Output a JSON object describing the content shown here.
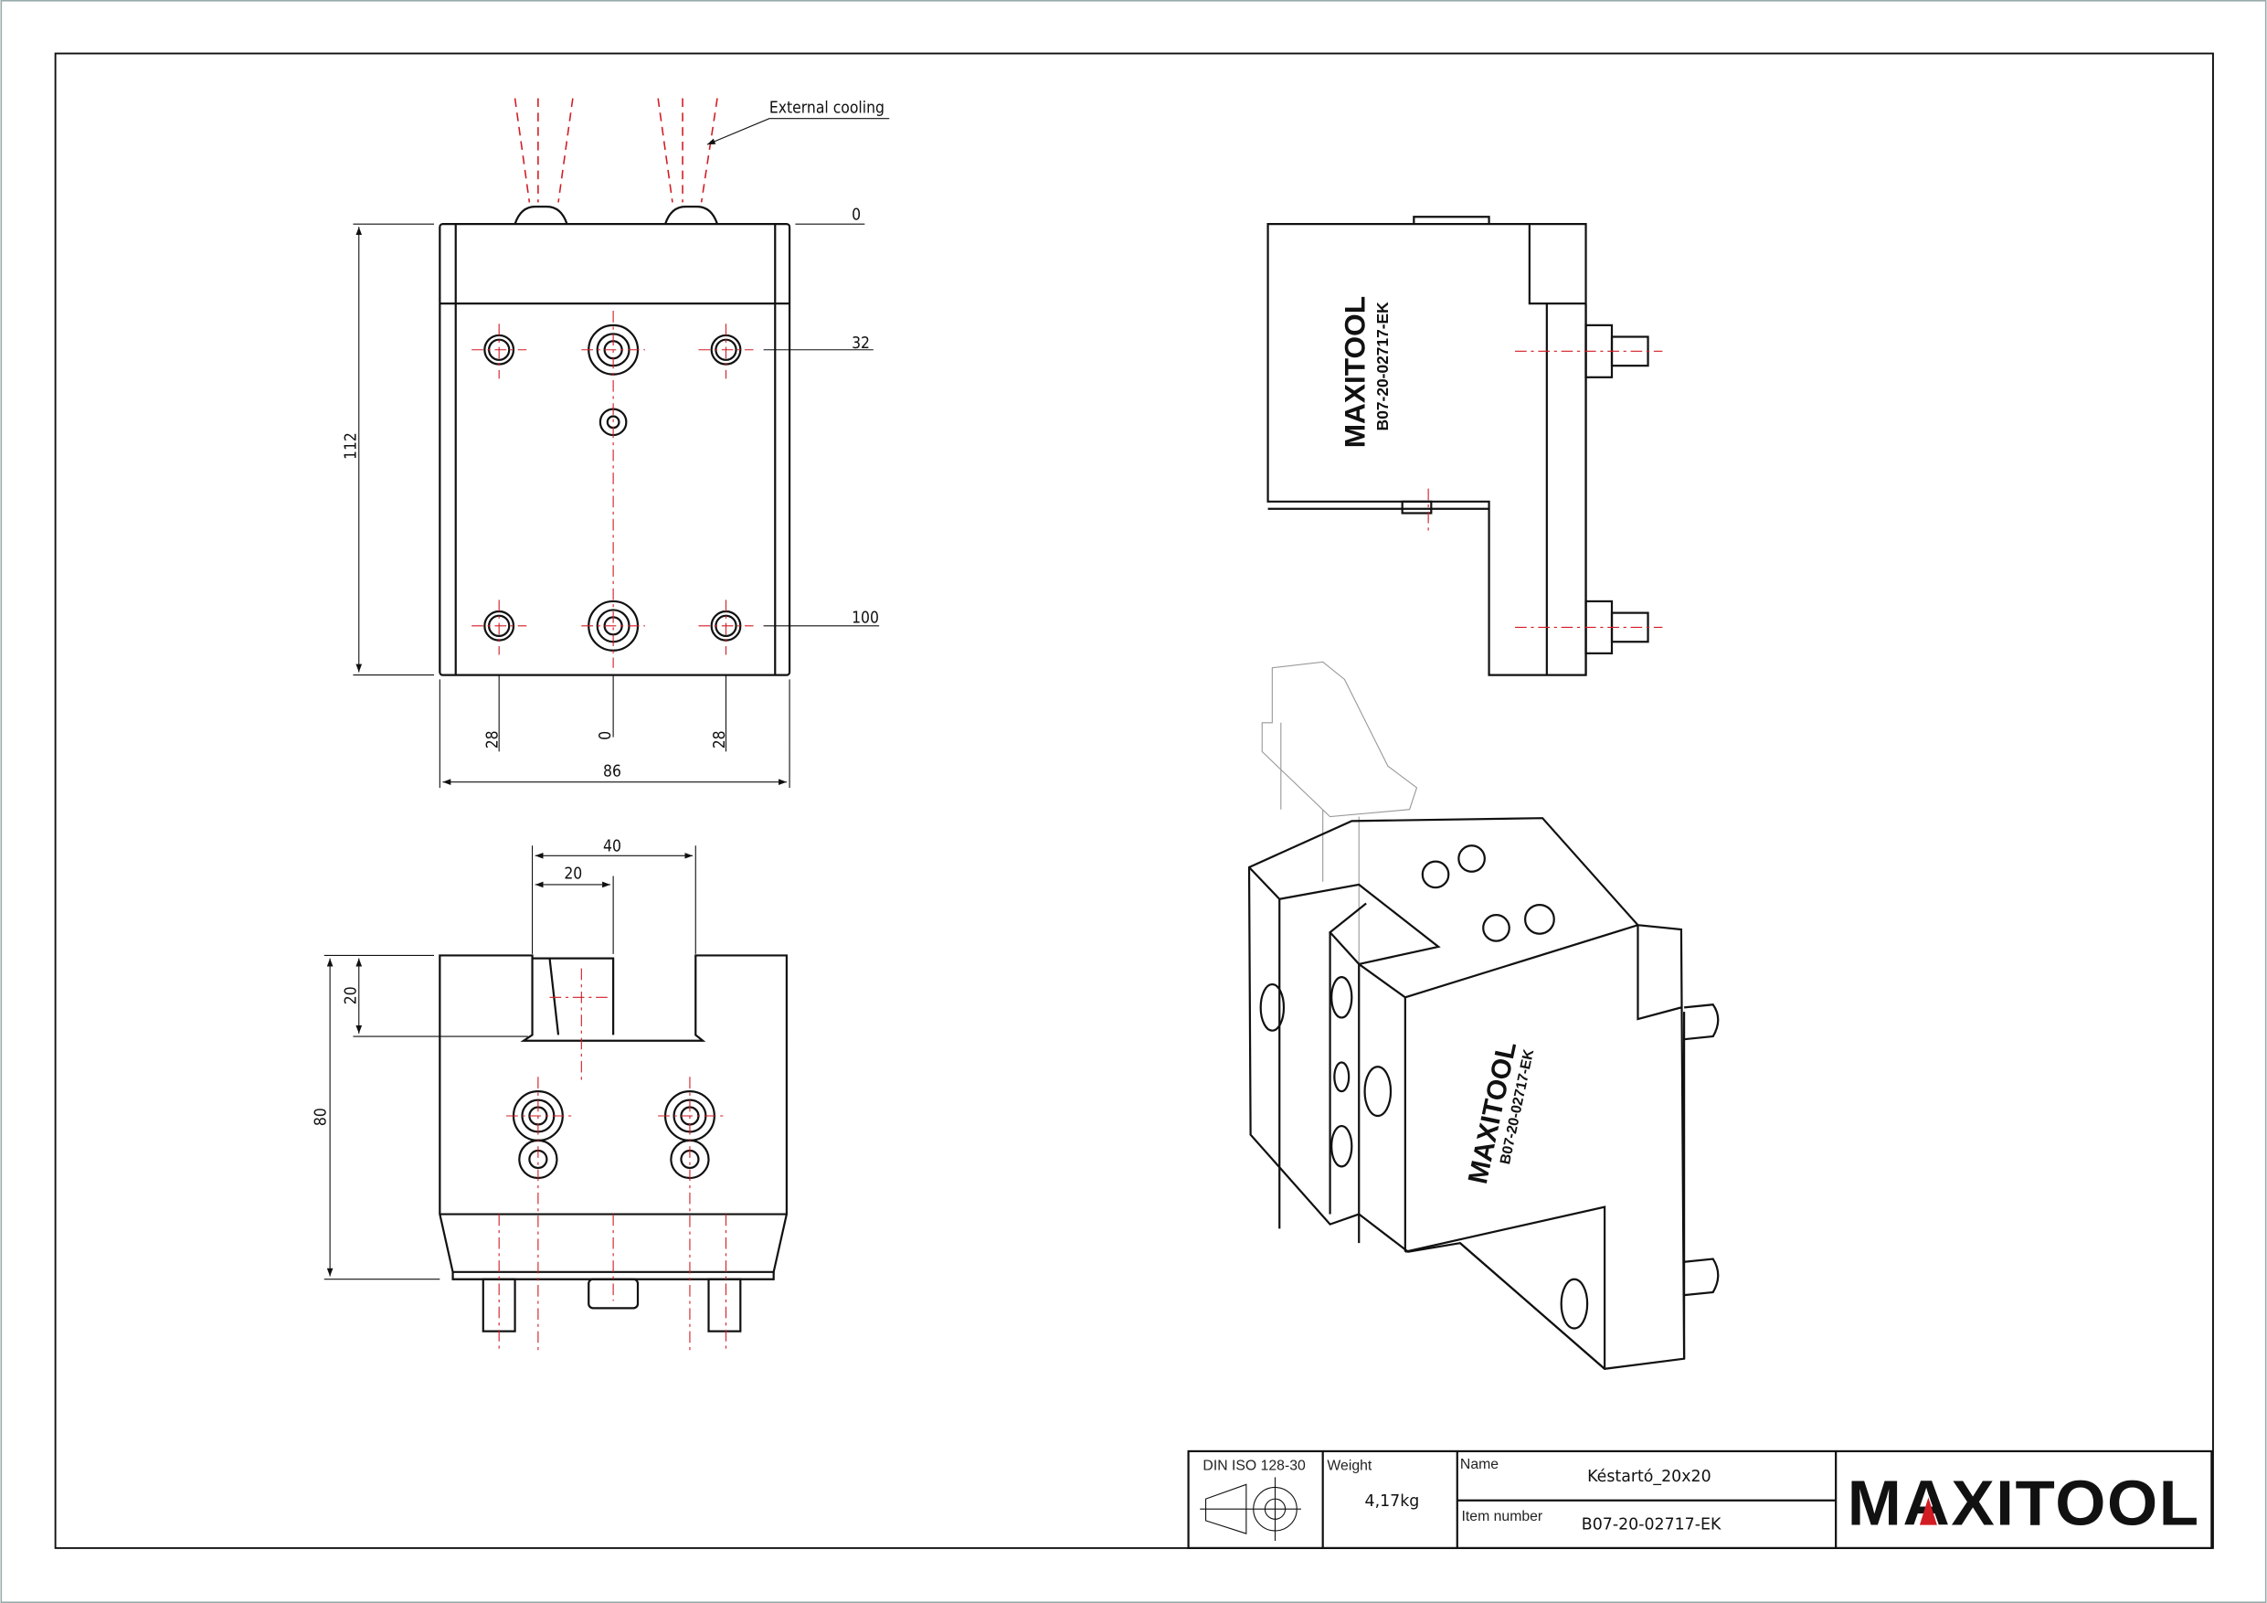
{
  "annotations": {
    "external_cooling": "External cooling"
  },
  "front_view": {
    "dim_height": "112",
    "dim_width": "86",
    "ref_top": "0",
    "ref_32": "32",
    "ref_100": "100",
    "ref_left": "28",
    "ref_center": "0",
    "ref_right": "28"
  },
  "bottom_view": {
    "dim_40": "40",
    "dim_20_top": "20",
    "dim_20_left": "20",
    "dim_80": "80"
  },
  "engraving": {
    "brand": "MAXITOOL",
    "code": "B07-20-02717-EK"
  },
  "title_block": {
    "standard": "DIN ISO 128-30",
    "weight_label": "Weight",
    "weight_value": "4,17kg",
    "name_label": "Name",
    "name_value": "Késtartó_20x20",
    "item_label": "Item number",
    "item_value": "B07-20-02717-EK",
    "logo": "MAXITOOL",
    "logo_accent": "#d21c24"
  }
}
